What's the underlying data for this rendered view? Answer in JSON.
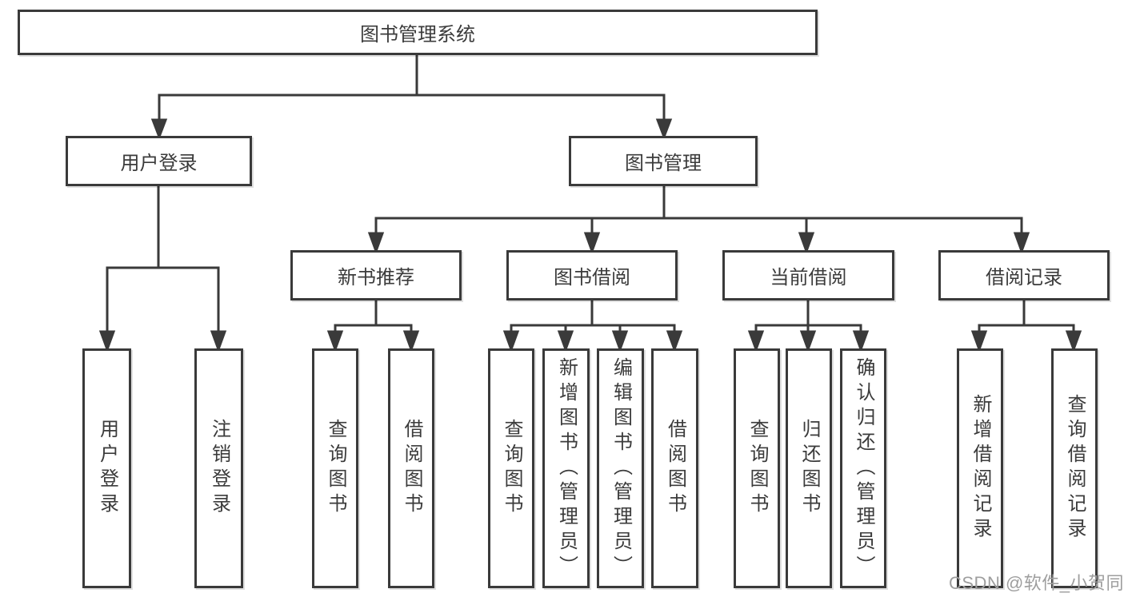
{
  "colors": {
    "line": "#3a3a3a",
    "box_border": "#3a3a3a",
    "text": "#3b3b3b",
    "background": "#ffffff",
    "watermark": "#9e9e9e"
  },
  "watermark": {
    "text": "CSDN @软件_小贺同学"
  },
  "diagram": {
    "root": {
      "label": "图书管理系统",
      "children": [
        {
          "label": "用户登录",
          "children": [
            {
              "label": "用户登录"
            },
            {
              "label": "注销登录"
            }
          ]
        },
        {
          "label": "图书管理",
          "children": [
            {
              "label": "新书推荐",
              "children": [
                {
                  "label": "查询图书"
                },
                {
                  "label": "借阅图书"
                }
              ]
            },
            {
              "label": "图书借阅",
              "children": [
                {
                  "label": "查询图书"
                },
                {
                  "label": "新增图书（管理员）"
                },
                {
                  "label": "编辑图书（管理员）"
                },
                {
                  "label": "借阅图书"
                }
              ]
            },
            {
              "label": "当前借阅",
              "children": [
                {
                  "label": "查询图书"
                },
                {
                  "label": "归还图书"
                },
                {
                  "label": "确认归还（管理员）"
                }
              ]
            },
            {
              "label": "借阅记录",
              "children": [
                {
                  "label": "新增借阅记录"
                },
                {
                  "label": "查询借阅记录"
                }
              ]
            }
          ]
        }
      ]
    }
  }
}
